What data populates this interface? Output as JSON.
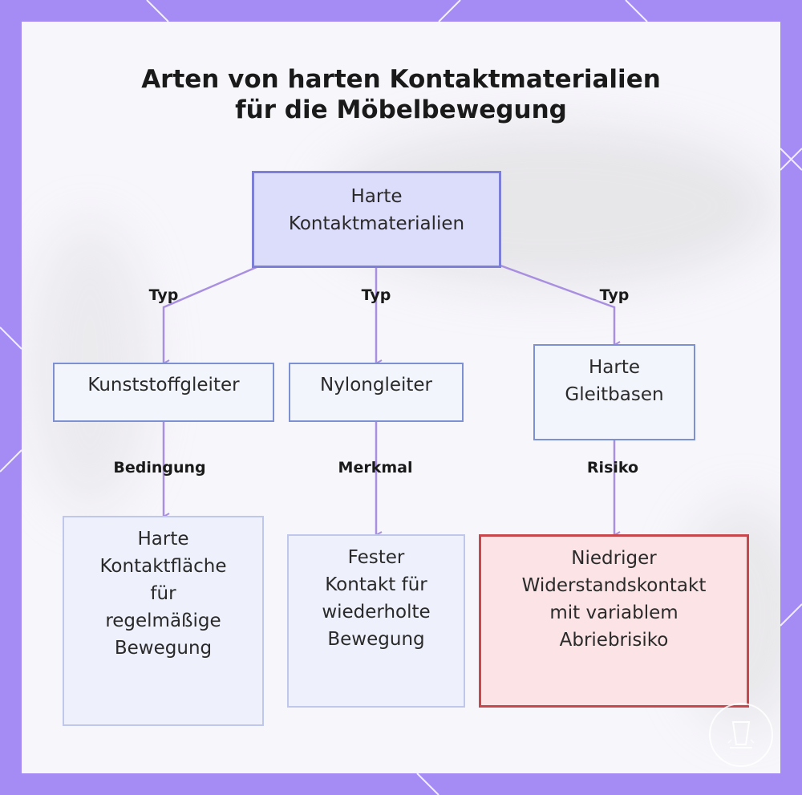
{
  "title": {
    "line1": "Arten von harten Kontaktmaterialien",
    "line2": "für die Möbelbewegung"
  },
  "nodes": {
    "root": "Harte\nKontaktmaterialien",
    "plastic": "Kunststoffgleiter",
    "nylon": "Nylongleiter",
    "hardbase": "Harte\nGleitbasen",
    "plastic_detail": "Harte\nKontaktfläche\nfür\nregelmäßige\nBewegung",
    "nylon_detail": "Fester\nKontakt für\nwiederholte\nBewegung",
    "hardbase_detail": "Niedriger\nWiderstandskontakt\nmit variablem\nAbriebrisiko"
  },
  "edges": {
    "type_left": "Typ",
    "type_mid": "Typ",
    "type_right": "Typ",
    "condition": "Bedingung",
    "feature": "Merkmal",
    "risk": "Risiko"
  },
  "colors": {
    "frame": "#a48cf4",
    "edge": "#a88fe0",
    "root_fill": "#dcdcfb",
    "root_border": "#7d7fd6",
    "node_fill": "#f3f5fd",
    "node_border": "#7c90d2",
    "detail_fill": "#eef1fc",
    "detail_border": "#bfc8ea",
    "risk_fill": "#fce4e6",
    "risk_border": "#c8474c"
  }
}
